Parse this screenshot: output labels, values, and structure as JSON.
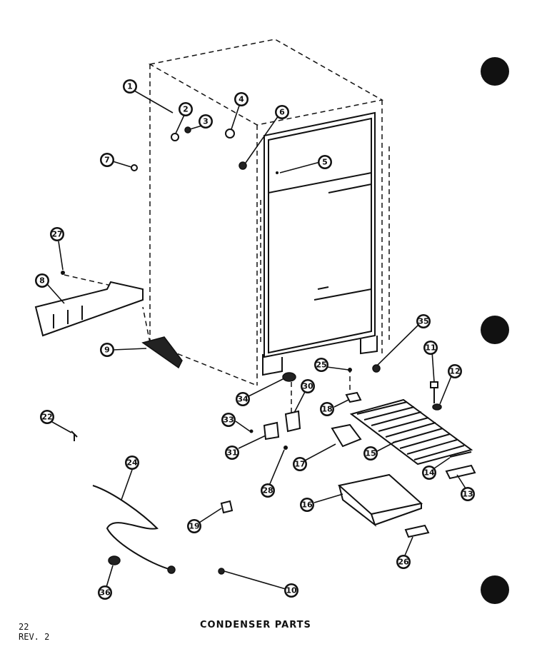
{
  "title": "CONDENSER PARTS",
  "footer": {
    "page": "22",
    "revision": "REV. 2"
  },
  "callouts": {
    "c1": "1",
    "c2": "2",
    "c3": "3",
    "c4": "4",
    "c5": "5",
    "c6": "6",
    "c7": "7",
    "c8": "8",
    "c9": "9",
    "c10": "10",
    "c11": "11",
    "c12": "12",
    "c13": "13",
    "c14": "14",
    "c15": "15",
    "c16": "16",
    "c17": "17",
    "c18": "18",
    "c19": "19",
    "c22": "22",
    "c24": "24",
    "c25": "25",
    "c26": "26",
    "c27": "27",
    "c28": "28",
    "c30": "30",
    "c31": "31",
    "c33": "33",
    "c34": "34",
    "c35": "35",
    "c36": "36"
  },
  "colors": {
    "ink": "#111111",
    "paper": "#ffffff"
  }
}
